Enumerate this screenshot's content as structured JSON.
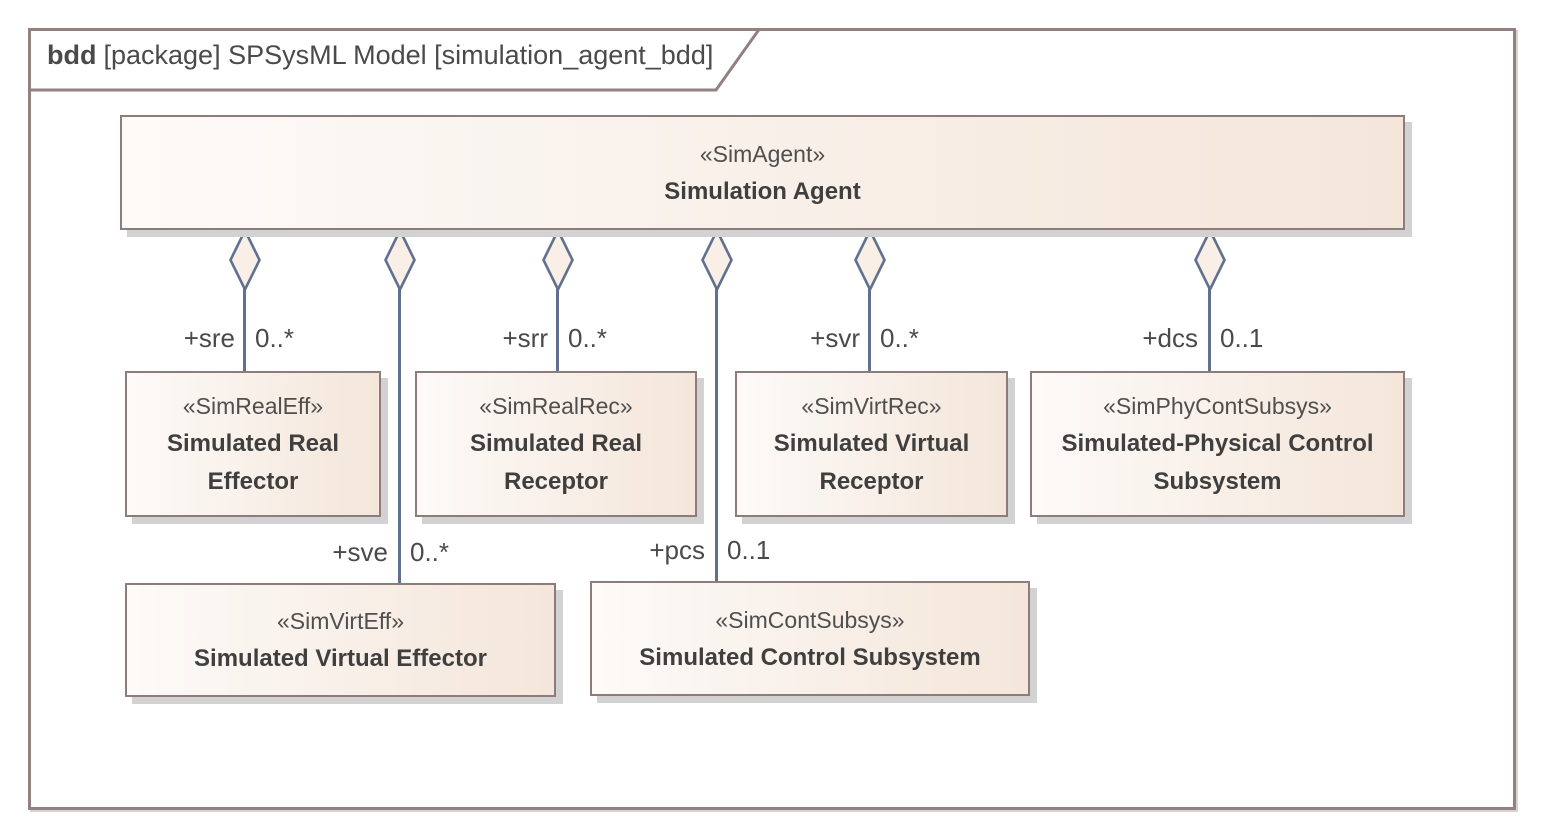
{
  "frame": {
    "tab": {
      "keyword": "bdd",
      "label": "[package] SPSysML Model [simulation_agent_bdd]"
    }
  },
  "agent": {
    "stereotype": "«SimAgent»",
    "name": "Simulation Agent"
  },
  "blocks": [
    {
      "stereotype": "«SimRealEff»",
      "name": "Simulated Real Effector",
      "role": "+sre",
      "multiplicity": "0..*"
    },
    {
      "stereotype": "«SimRealRec»",
      "name": "Simulated Real Receptor",
      "role": "+srr",
      "multiplicity": "0..*"
    },
    {
      "stereotype": "«SimVirtRec»",
      "name": "Simulated Virtual Receptor",
      "role": "+svr",
      "multiplicity": "0..*"
    },
    {
      "stereotype": "«SimPhyContSubsys»",
      "name": "Simulated-Physical Control Subsystem",
      "role": "+dcs",
      "multiplicity": "0..1"
    },
    {
      "stereotype": "«SimVirtEff»",
      "name": "Simulated Virtual Effector",
      "role": "+sve",
      "multiplicity": "0..*"
    },
    {
      "stereotype": "«SimContSubsys»",
      "name": "Simulated Control Subsystem",
      "role": "+pcs",
      "multiplicity": "0..1"
    }
  ],
  "colors": {
    "frame_border": "#938181",
    "block_border": "#8e7b7b",
    "block_fill_start": "#fdfaf8",
    "block_fill_end": "#f4e6da",
    "connector": "#60708f",
    "diamond_fill": "#f9efe6",
    "shadow": "#d2d2d2",
    "text": "#454545"
  }
}
